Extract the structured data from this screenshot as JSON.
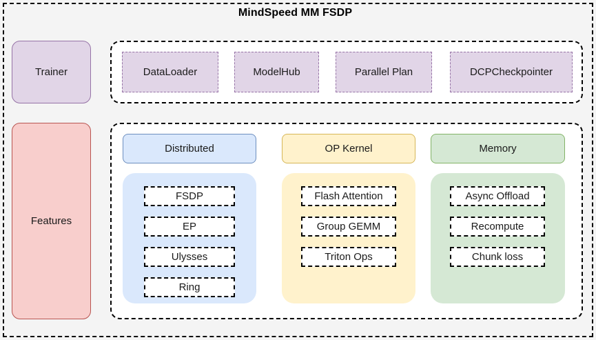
{
  "diagram": {
    "title": "MindSpeed MM FSDP",
    "background_color": "#f4f4f4",
    "frame_style": "dashed"
  },
  "rows": {
    "trainer": {
      "label": "Trainer",
      "fill_color": "#e1d5e7",
      "border_color": "#9673a6",
      "components": [
        {
          "label": "DataLoader"
        },
        {
          "label": "ModelHub"
        },
        {
          "label": "Parallel Plan"
        },
        {
          "label": "DCPCheckpointer"
        }
      ]
    },
    "features": {
      "label": "Features",
      "fill_color": "#f8cecc",
      "border_color": "#b85450",
      "pillars": [
        {
          "header": "Distributed",
          "fill_color": "#dae8fc",
          "border_color": "#6c8ebf",
          "items": [
            {
              "label": "FSDP"
            },
            {
              "label": "EP"
            },
            {
              "label": "Ulysses"
            },
            {
              "label": "Ring"
            }
          ]
        },
        {
          "header": "OP Kernel",
          "fill_color": "#fff2cc",
          "border_color": "#d6b656",
          "items": [
            {
              "label": "Flash Attention"
            },
            {
              "label": "Group GEMM"
            },
            {
              "label": "Triton Ops"
            }
          ]
        },
        {
          "header": "Memory",
          "fill_color": "#d5e8d4",
          "border_color": "#82b366",
          "items": [
            {
              "label": "Async Offload"
            },
            {
              "label": "Recompute"
            },
            {
              "label": "Chunk loss"
            }
          ]
        }
      ]
    }
  }
}
